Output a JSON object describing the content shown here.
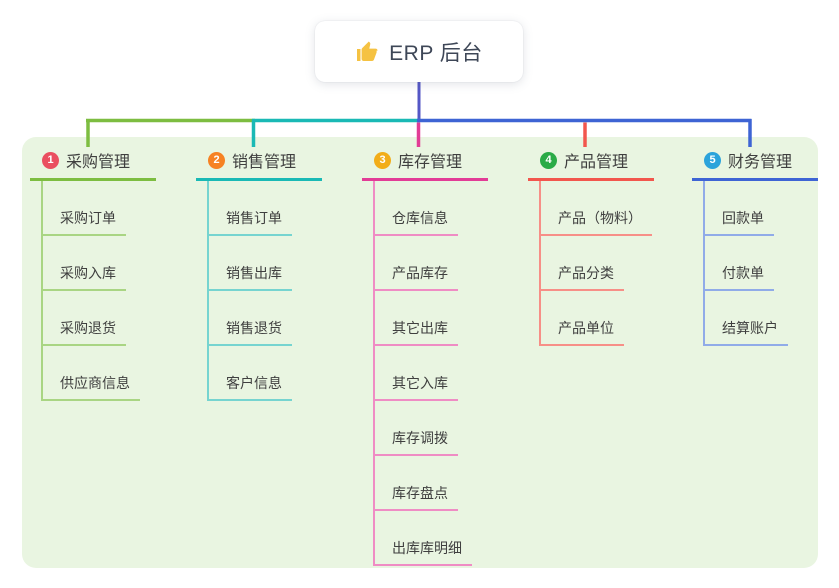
{
  "root": {
    "title": "ERP 后台",
    "icon": "thumbs-up-icon",
    "icon_color": "#f5c242",
    "box_bg": "#ffffff",
    "connector_color": "#5457c6"
  },
  "panel": {
    "bg": "#e9f5e1"
  },
  "branches": [
    {
      "index": "1",
      "label": "采购管理",
      "badge_color": "#ea4f60",
      "line_color": "#7dbd41",
      "child_line_color": "#a9d583",
      "children": [
        "采购订单",
        "采购入库",
        "采购退货",
        "供应商信息"
      ]
    },
    {
      "index": "2",
      "label": "销售管理",
      "badge_color": "#f68223",
      "line_color": "#1ab9b5",
      "child_line_color": "#76d4d0",
      "children": [
        "销售订单",
        "销售出库",
        "销售退货",
        "客户信息"
      ]
    },
    {
      "index": "3",
      "label": "库存管理",
      "badge_color": "#f2ad18",
      "line_color": "#e23c96",
      "child_line_color": "#ef8cc4",
      "children": [
        "仓库信息",
        "产品库存",
        "其它出库",
        "其它入库",
        "库存调拨",
        "库存盘点",
        "出库库明细"
      ]
    },
    {
      "index": "4",
      "label": "产品管理",
      "badge_color": "#2aab47",
      "line_color": "#f2564d",
      "child_line_color": "#f78f87",
      "children": [
        "产品（物料）",
        "产品分类",
        "产品单位"
      ]
    },
    {
      "index": "5",
      "label": "财务管理",
      "badge_color": "#2ba3db",
      "line_color": "#3e64d4",
      "child_line_color": "#90abe8",
      "children": [
        "回款单",
        "付款单",
        "结算账户"
      ]
    }
  ]
}
